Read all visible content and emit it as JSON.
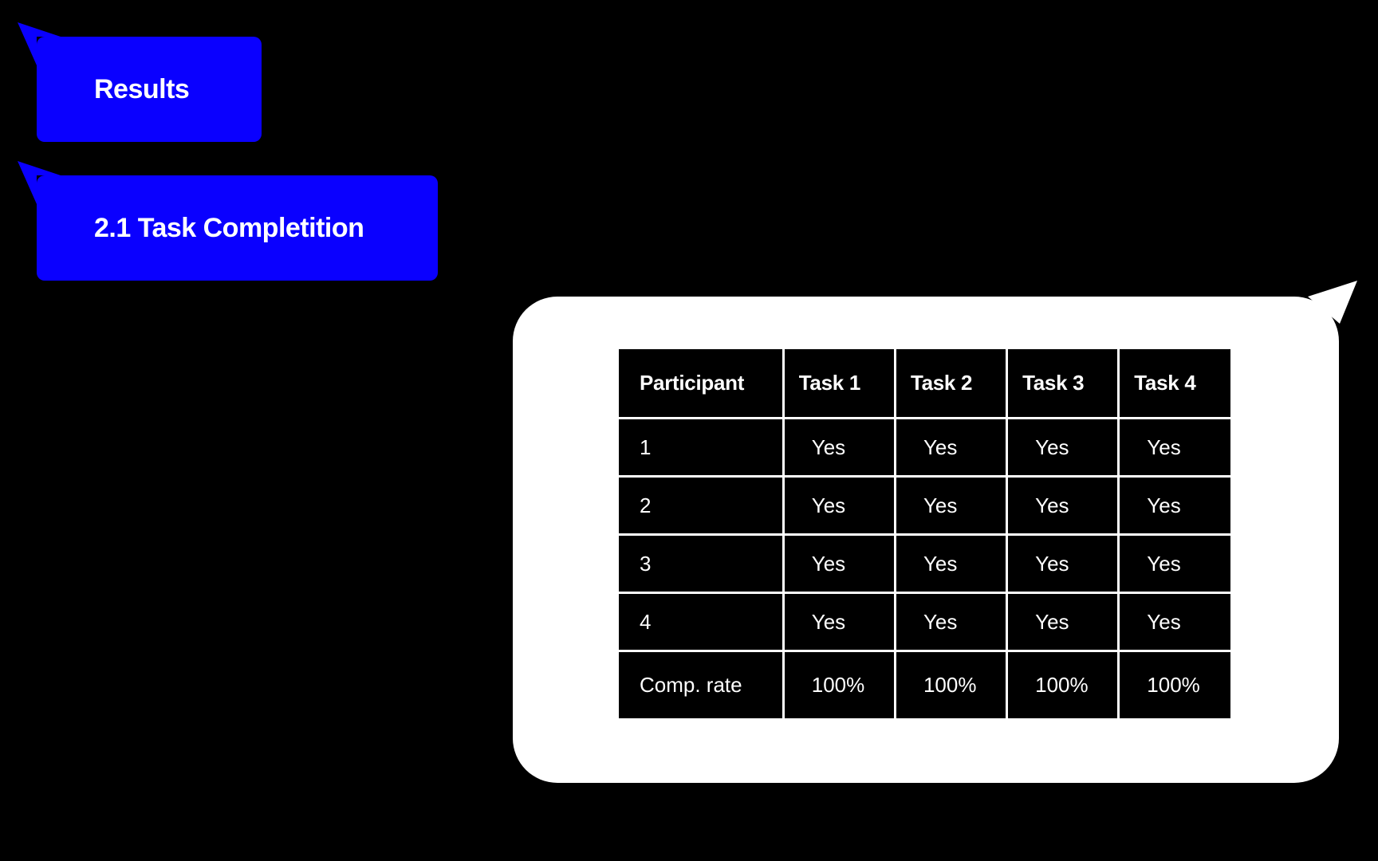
{
  "tags": {
    "results": "Results",
    "section": "2.1 Task Completition"
  },
  "colors": {
    "background": "#000000",
    "tag_blue": "#0A00FF",
    "bubble": "#FFFFFF",
    "table_cell": "#000000",
    "table_text": "#FFFFFF"
  },
  "table": {
    "headers": [
      "Participant",
      "Task 1",
      "Task 2",
      "Task 3",
      "Task 4"
    ],
    "rows": [
      [
        "1",
        "Yes",
        "Yes",
        "Yes",
        "Yes"
      ],
      [
        "2",
        "Yes",
        "Yes",
        "Yes",
        "Yes"
      ],
      [
        "3",
        "Yes",
        "Yes",
        "Yes",
        "Yes"
      ],
      [
        "4",
        "Yes",
        "Yes",
        "Yes",
        "Yes"
      ],
      [
        "Comp. rate",
        "100%",
        "100%",
        "100%",
        "100%"
      ]
    ]
  }
}
